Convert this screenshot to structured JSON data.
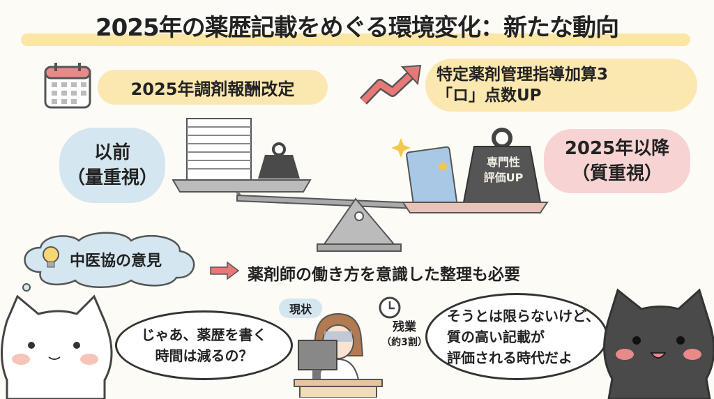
{
  "title": "2025年の薬歴記載をめぐる環境変化：新たな動向",
  "revision_label": "2025年調剤報酬改定",
  "points": {
    "line1": "特定薬剤管理指導加算3",
    "line2": "「ロ」点数UP"
  },
  "before": {
    "line1": "以前",
    "line2": "（量重視）"
  },
  "after": {
    "line1": "2025年以降",
    "line2": "（質重視）"
  },
  "weight_label": {
    "line1": "専門性",
    "line2": "評価UP"
  },
  "opinion": "中医協の意見",
  "need": "薬剤師の働き方を意識した整理も必要",
  "status_label": "現状",
  "overtime": {
    "line1": "残業",
    "line2": "（約3割）"
  },
  "bubble_left": {
    "line1": "じゃあ、薬歴を書く",
    "line2": "時間は減るの？"
  },
  "bubble_right": {
    "line1": "そうとは限らないけど、",
    "line2": "質の高い記載が",
    "line3": "評価される時代だよ"
  },
  "colors": {
    "yellow": "#fbe7b0",
    "blue": "#d4e6f0",
    "pink": "#f7d3d3",
    "arrow": "#e87878"
  }
}
